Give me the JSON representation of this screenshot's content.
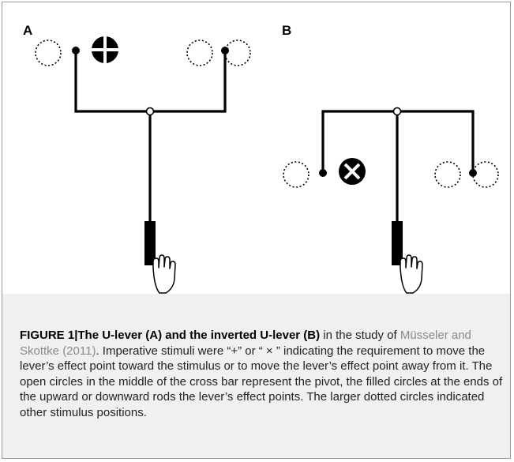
{
  "panels": {
    "a_label": "A",
    "b_label": "B"
  },
  "caption": {
    "figure_number": "FIGURE 1",
    "separator": "|",
    "title": "The U-lever (A) and the inverted U-lever (B)",
    "text_before_ref": " in the study of ",
    "reference": "Müsseler and Skottke (2011)",
    "text_after_ref": ". Imperative stimuli were “+” or “ × ” indicating the requirement to move the lever’s effect point toward the stimulus or to move the lever’s effect point away from it. The open circles in the middle of the cross bar represent the pivot, the filled circles at the ends of the upward or downward rods the lever’s effect points. The larger dotted circles indicated other stimulus positions."
  },
  "colors": {
    "ink": "#000000",
    "caption_background": "#f0f0f0",
    "reference_link": "#8a8a8a",
    "frame_border": "#9a9a9a"
  },
  "icons": {
    "plus_stimulus": "filled-circle-plus-icon",
    "cross_stimulus": "filled-circle-x-icon",
    "hand": "hand-icon"
  }
}
